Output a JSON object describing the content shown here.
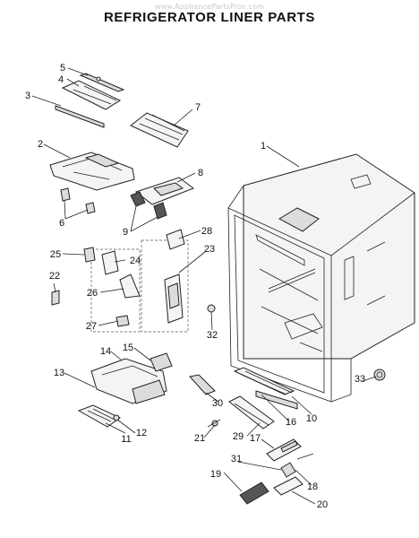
{
  "watermark": "www.AppliancePartsPros.com",
  "title": "REFRIGERATOR LINER PARTS",
  "callouts": [
    {
      "id": "c1",
      "label": "1"
    },
    {
      "id": "c2",
      "label": "2"
    },
    {
      "id": "c3",
      "label": "3"
    },
    {
      "id": "c4",
      "label": "4"
    },
    {
      "id": "c5",
      "label": "5"
    },
    {
      "id": "c6",
      "label": "6"
    },
    {
      "id": "c7",
      "label": "7"
    },
    {
      "id": "c8",
      "label": "8"
    },
    {
      "id": "c9",
      "label": "9"
    },
    {
      "id": "c10",
      "label": "10"
    },
    {
      "id": "c11",
      "label": "11"
    },
    {
      "id": "c12",
      "label": "12"
    },
    {
      "id": "c13",
      "label": "13"
    },
    {
      "id": "c14",
      "label": "14"
    },
    {
      "id": "c15",
      "label": "15"
    },
    {
      "id": "c16",
      "label": "16"
    },
    {
      "id": "c17",
      "label": "17"
    },
    {
      "id": "c18",
      "label": "18"
    },
    {
      "id": "c19",
      "label": "19"
    },
    {
      "id": "c20",
      "label": "20"
    },
    {
      "id": "c21",
      "label": "21"
    },
    {
      "id": "c22",
      "label": "22"
    },
    {
      "id": "c23",
      "label": "23"
    },
    {
      "id": "c24",
      "label": "24"
    },
    {
      "id": "c25",
      "label": "25"
    },
    {
      "id": "c26",
      "label": "26"
    },
    {
      "id": "c27",
      "label": "27"
    },
    {
      "id": "c28",
      "label": "28"
    },
    {
      "id": "c29",
      "label": "29"
    },
    {
      "id": "c30",
      "label": "30"
    },
    {
      "id": "c31",
      "label": "31"
    },
    {
      "id": "c32",
      "label": "32"
    },
    {
      "id": "c33",
      "label": "33"
    }
  ]
}
